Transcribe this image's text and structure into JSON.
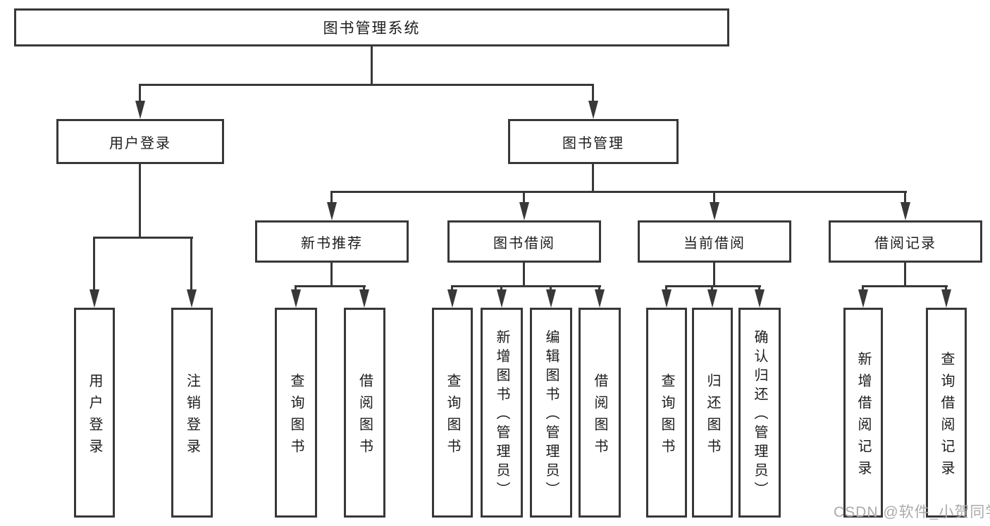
{
  "nodes": {
    "root": "图书管理系统",
    "user_login": "用户登录",
    "book_management": "图书管理",
    "new_book_recommend": "新书推荐",
    "book_borrowing": "图书借阅",
    "current_borrowing": "当前借阅",
    "borrowing_records": "借阅记录",
    "leaf_user_login": "用户登录",
    "leaf_logout": "注销登录",
    "leaf_nbr_query_books": "查询图书",
    "leaf_nbr_borrow_books": "借阅图书",
    "leaf_bb_query_books": "查询图书",
    "leaf_bb_add_books": "新增图书（管理员）",
    "leaf_bb_edit_books": "编辑图书（管理员）",
    "leaf_bb_borrow_books": "借阅图书",
    "leaf_cb_query_books": "查询图书",
    "leaf_cb_return_books": "归还图书",
    "leaf_cb_confirm_return": "确认归还（管理员）",
    "leaf_br_add_record": "新增借阅记录",
    "leaf_br_query_record": "查询借阅记录"
  },
  "watermark": "CSDN @软件_小贺同学",
  "colors": {
    "line": "#383838",
    "text": "#1c1c1c",
    "watermark": "#ababab",
    "box_fill": "#ffffff",
    "background": "#ffffff"
  }
}
